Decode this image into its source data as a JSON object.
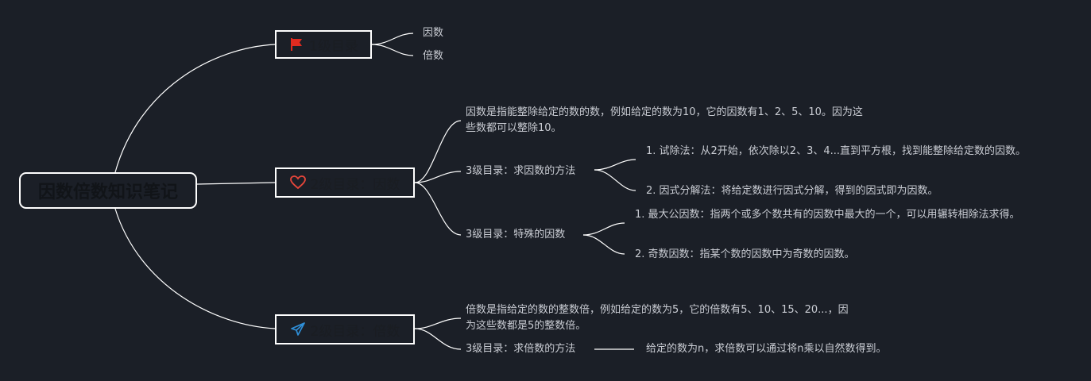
{
  "root": {
    "title": "因数倍数知识笔记"
  },
  "branches": [
    {
      "label": "1级目录",
      "icon": "red-flag-icon",
      "children": [
        "因数",
        "倍数"
      ]
    },
    {
      "label": "2级目录：因数",
      "icon": "heart-icon",
      "definition": "因数是指能整除给定的数的数，例如给定的数为10，它的因数有1、2、5、10。因为这些数都可以整除10。",
      "sub1": {
        "label": "3级目录：求因数的方法",
        "items": [
          "1. 试除法：从2开始，依次除以2、3、4...直到平方根，找到能整除给定数的因数。",
          "2. 因式分解法：将给定数进行因式分解，得到的因式即为因数。"
        ]
      },
      "sub2": {
        "label": "3级目录：特殊的因数",
        "items": [
          "1. 最大公因数：指两个或多个数共有的因数中最大的一个，可以用辗转相除法求得。",
          "2. 奇数因数：指某个数的因数中为奇数的因数。"
        ]
      }
    },
    {
      "label": "2级目录：倍数",
      "icon": "paper-plane-icon",
      "definition": "倍数是指给定的数的整数倍，例如给定的数为5，它的倍数有5、10、15、20...，因为这些数都是5的整数倍。",
      "sub1": {
        "label": "3级目录：求倍数的方法",
        "items": [
          "给定的数为n，求倍数可以通过将n乘以自然数得到。"
        ]
      }
    }
  ],
  "colors": {
    "background": "#1b1f27",
    "line": "#ffffff",
    "flag": "#e02b20",
    "heart": "#e8463a",
    "plane": "#2f8fd8"
  }
}
